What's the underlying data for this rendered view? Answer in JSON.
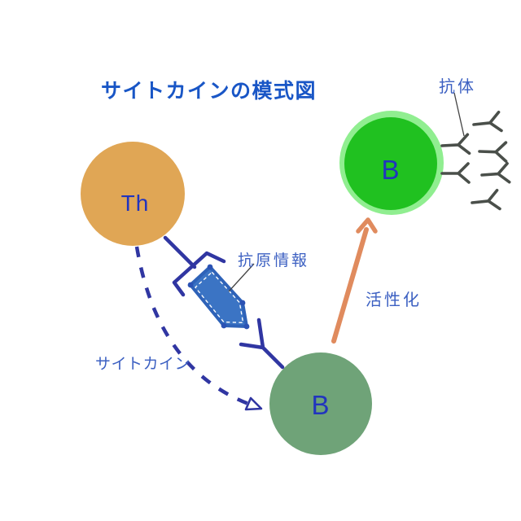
{
  "diagram": {
    "title": "サイトカインの模式図",
    "labels": {
      "antibody": "抗体",
      "antigen_info": "抗原情報",
      "activation": "活性化",
      "cytokine": "サイトカイン"
    },
    "cells": {
      "th": {
        "label": "Th"
      },
      "b": {
        "label": "B"
      },
      "b_activated": {
        "label": "B"
      }
    },
    "antibody_count": 6,
    "colors": {
      "background": "#FFFFFF",
      "title_text": "#1956C6",
      "label_text": "#3C60C2",
      "cell_letter": "#2134BE",
      "navy_line": "#3036A2",
      "th_cell_fill": "#E0A655",
      "b_cell_fill": "#6FA378",
      "b_activated_fill": "#20C120",
      "b_activated_ring": "#90EE90",
      "antigen_shape_fill": "#3B74C4",
      "antigen_shape_edge": "#2E62B8",
      "activation_arrow": "#E08B5E",
      "antibody_icon": "#4A4F4A",
      "pointer_line": "#444444"
    }
  }
}
